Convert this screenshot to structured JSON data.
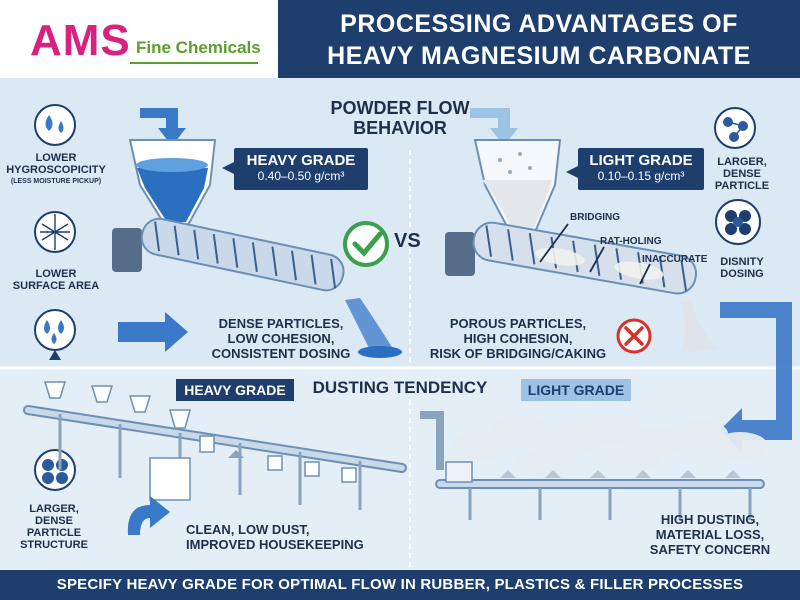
{
  "logo": {
    "brand": "AMS",
    "sub": "Fine Chemicals"
  },
  "header": {
    "title_line1": "PROCESSING ADVANTAGES OF",
    "title_line2": "HEAVY MAGNESIUM CARBONATE"
  },
  "powder_flow": {
    "title_line1": "POWDER FLOW",
    "title_line2": "BEHAVIOR",
    "vs": "VS",
    "heavy": {
      "name": "HEAVY GRADE",
      "density": "0.40–0.50 g/cm³"
    },
    "light": {
      "name": "LIGHT GRADE",
      "density": "0.10–0.15 g/cm³"
    },
    "heavy_caption": [
      "DENSE PARTICLES,",
      "LOW COHESION,",
      "CONSISTENT DOSING"
    ],
    "light_caption": [
      "POROUS PARTICLES,",
      "HIGH COHESION,",
      "RISK OF BRIDGING/CAKING"
    ],
    "annotations": {
      "bridging": "BRIDGING",
      "rat_holing": "RAT-HOLING",
      "inaccurate": "INACCURATE"
    }
  },
  "left_icons": {
    "hygro_line1": "LOWER",
    "hygro_line2": "HYGROSCOPICITY",
    "hygro_note": "(LESS MOISTURE PICKUP)",
    "surface_line1": "LOWER",
    "surface_line2": "SURFACE AREA",
    "particle": [
      "LARGER,",
      "DENSE",
      "PARTICLE",
      "STRUCTURE"
    ]
  },
  "right_icons": {
    "particle": [
      "LARGER,",
      "DENSE",
      "PARTICLE"
    ],
    "dosing": [
      "DISNITY",
      "DOSING"
    ]
  },
  "dusting": {
    "title": "DUSTING TENDENCY",
    "heavy_label": "HEAVY GRADE",
    "light_label": "LIGHT GRADE",
    "heavy_caption": [
      "CLEAN, LOW DUST,",
      "IMPROVED HOUSEKEEPING"
    ],
    "light_caption": [
      "HIGH DUSTING,",
      "MATERIAL LOSS,",
      "SAFETY CONCERN"
    ]
  },
  "banner": {
    "text": "SPECIFY HEAVY GRADE FOR OPTIMAL FLOW IN RUBBER, PLASTICS & FILLER PROCESSES"
  },
  "colors": {
    "navy": "#1e3e6e",
    "accent_blue": "#3a78c8",
    "pink": "#d9217f",
    "green": "#5aa02c",
    "check_green": "#3aa14a",
    "error_red": "#d9302a"
  },
  "icons": [
    "water-drop-icon",
    "surface-net-icon",
    "drops-icon",
    "particle-cluster-icon",
    "molecule-icon",
    "check-icon",
    "x-icon"
  ]
}
